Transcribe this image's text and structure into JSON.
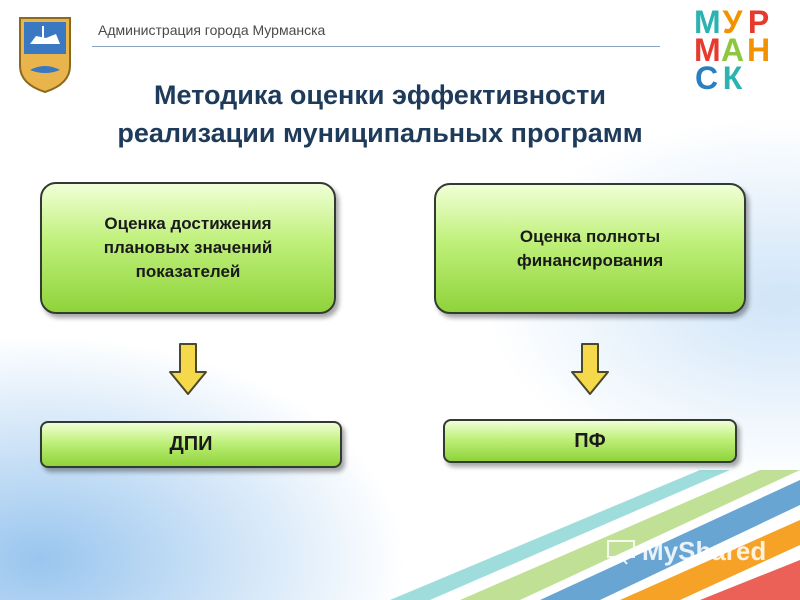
{
  "header": {
    "org_name": "Администрация города Мурманска",
    "logo_rows": [
      [
        {
          "ch": "М",
          "color": "#2bb3b1"
        },
        {
          "ch": "У",
          "color": "#f39200"
        },
        {
          "ch": "Р",
          "color": "#e63a2e"
        }
      ],
      [
        {
          "ch": "М",
          "color": "#e63a2e"
        },
        {
          "ch": "А",
          "color": "#8dc63f"
        },
        {
          "ch": "Н",
          "color": "#f39200"
        }
      ],
      [
        {
          "ch": "С",
          "color": "#2a7fc1"
        },
        {
          "ch": "К",
          "color": "#2bb3b1"
        }
      ]
    ]
  },
  "title": {
    "line1": "Методика оценки эффективности",
    "line2": "реализации муниципальных программ"
  },
  "diagram": {
    "left_box": "Оценка достижения\nплановых значений\nпоказателей",
    "right_box": "Оценка полноты\nфинансирования",
    "left_result": "ДПИ",
    "right_result": "ПФ"
  },
  "watermark": "MyShared",
  "colors": {
    "box_fill_top": "#f0ffd6",
    "box_fill_bottom": "#8fd33a",
    "arrow_fill": "#f5d94a",
    "title": "#1f3b5c"
  }
}
